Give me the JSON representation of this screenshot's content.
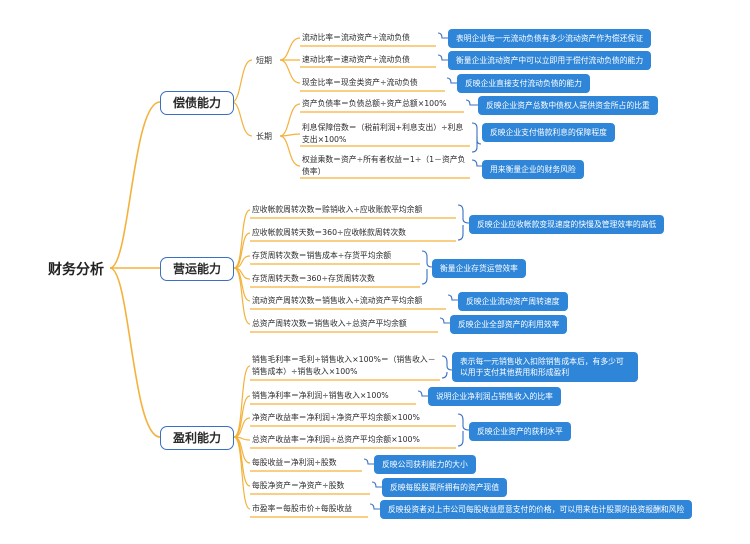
{
  "root": "财务分析",
  "categories": [
    {
      "label": "偿债能力",
      "subgroups": [
        {
          "label": "短期",
          "formulas": [
            "流动比率＝流动资产÷流动负债",
            "速动比率＝速动资产÷流动负债",
            "现金比率＝现金类资产÷流动负债"
          ],
          "descriptions": [
            "表明企业每一元流动负债有多少流动资产作为偿还保证",
            "衡量企业流动资产中可以立即用于偿付流动负债的能力",
            "反映企业直接支付流动负债的能力"
          ]
        },
        {
          "label": "长期",
          "formulas": [
            "资产负债率＝负债总额÷资产总额×100%",
            "利息保障倍数＝（税前利润+利息支出）÷利息支出×100%",
            "权益乘数＝资产÷所有者权益＝1÷（1－资产负债率）"
          ],
          "descriptions": [
            "反映企业资产总数中债权人提供资金所占的比重",
            "反映企业支付借款利息的保障程度",
            "用来衡量企业的财务风险"
          ]
        }
      ]
    },
    {
      "label": "营运能力",
      "formulas": [
        "应收帐款周转次数＝赊销收入÷应收账款平均余额",
        "应收帐款周转天数＝360÷应收帐款周转次数",
        "存货周转次数＝销售成本÷存货平均余额",
        "存货周转天数＝360÷存货周转次数",
        "流动资产周转次数＝销售收入÷流动资产平均余额",
        "总资产周转次数＝销售收入÷总资产平均余额"
      ],
      "descriptions": [
        "反映企业应收帐款变现速度的快慢及管理效率的高低",
        "衡量企业存货运营效率",
        "反映企业流动资产周转速度",
        "反映企业全部资产的利用效率"
      ]
    },
    {
      "label": "盈利能力",
      "formulas": [
        "销售毛利率＝毛利÷销售收入×100%＝（销售收入－销售成本）÷销售收入×100%",
        "销售净利率＝净利润÷销售收入×100%",
        "净资产收益率＝净利润÷净资产平均余额×100%",
        "总资产收益率＝净利润÷总资产平均余额×100%",
        "每股收益＝净利润÷股数",
        "每股净资产＝净资产÷股数",
        "市盈率＝每股市价÷每股收益"
      ],
      "descriptions": [
        "表示每一元销售收入扣除销售成本后，有多少可以用于支付其他费用和形成盈利",
        "说明企业净利润占销售收入的比率",
        "反映企业资产的获利水平",
        "反映公司获利能力的大小",
        "反映每股股票所拥有的资产现值",
        "反映投资者对上市公司每股收益愿意支付的价格，可以用来估计股票的投资报酬和风险"
      ]
    }
  ],
  "colors": {
    "connector": "#f3b23c",
    "category_border": "#3a6fc4",
    "description_bg": "#2f86d8",
    "bracket": "#3a6fc4"
  }
}
